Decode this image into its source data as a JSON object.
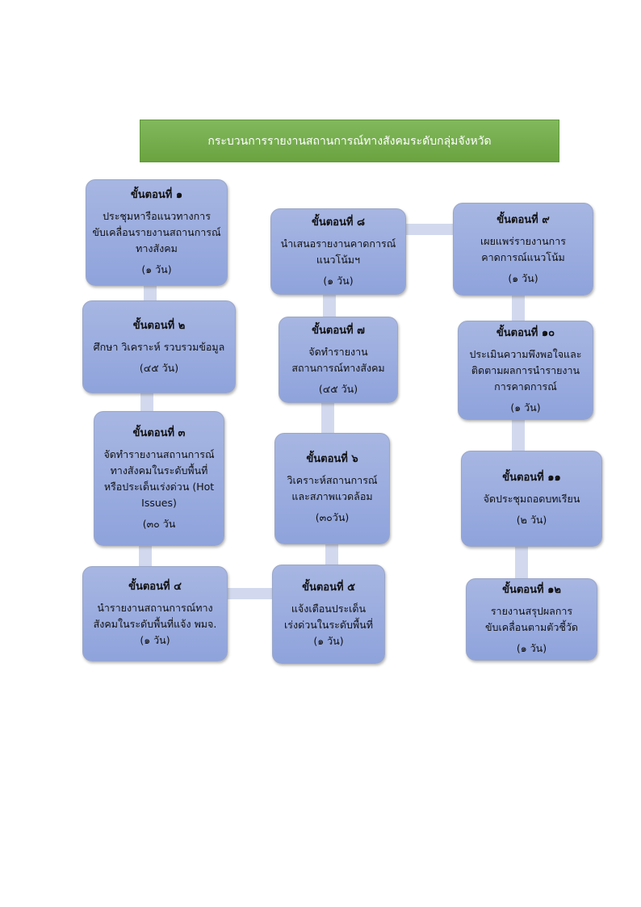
{
  "title": "กระบวนการรายงานสถานการณ์ทางสังคมระดับกลุ่มจังหวัด",
  "colors": {
    "title_bg": "#72aa48",
    "box_bg": "#9aacdf",
    "connector": "#d2d9ee"
  },
  "steps": [
    {
      "title": "ขั้นตอนที่ ๑",
      "desc": "ประชุมหารือแนวทางการ\nขับเคลื่อนรายงานสถานการณ์\nทางสังคม",
      "duration": "(๑ วัน)"
    },
    {
      "title": "ขั้นตอนที่ ๒",
      "desc": "ศึกษา วิเคราะห์ รวบรวมข้อมูล",
      "duration": "(๔๕ วัน)"
    },
    {
      "title": "ขั้นตอนที่ ๓",
      "desc": "จัดทำรายงานสถานการณ์\nทางสังคมในระดับพื้นที่\nหรือประเด็นเร่งด่วน (Hot\nIssues)",
      "duration": "(๓๐ วัน"
    },
    {
      "title": "ขั้นตอนที่ ๔",
      "desc": "นำรายงานสถานการณ์ทาง\nสังคมในระดับพื้นที่แจ้ง พมจ.",
      "duration": "(๑ วัน)"
    },
    {
      "title": "ขั้นตอนที่ ๕",
      "desc": "แจ้งเตือนประเด็น\nเร่งด่วนในระดับพื้นที่",
      "duration": "(๑ วัน)"
    },
    {
      "title": "ขั้นตอนที่ ๖",
      "desc": "วิเคราะห์สถานการณ์\nและสภาพแวดล้อม",
      "duration": "(๓๐วัน)"
    },
    {
      "title": "ขั้นตอนที่ ๗",
      "desc": "จัดทำรายงาน\nสถานการณ์ทางสังคม",
      "duration": "(๔๕ วัน)"
    },
    {
      "title": "ขั้นตอนที่ ๘",
      "desc": "นำเสนอรายงานคาดการณ์\nแนวโน้มฯ",
      "duration": "(๑ วัน)"
    },
    {
      "title": "ขั้นตอนที่ ๙",
      "desc": "เผยแพร่รายงานการ\nคาดการณ์แนวโน้ม",
      "duration": "(๑ วัน)"
    },
    {
      "title": "ขั้นตอนที่ ๑๐",
      "desc": "ประเมินความพึงพอใจและ\nติดตามผลการนำรายงาน\nการคาดการณ์",
      "duration": "(๑ วัน)"
    },
    {
      "title": "ขั้นตอนที่ ๑๑",
      "desc": "จัดประชุมถอดบทเรียน",
      "duration": "(๒ วัน)"
    },
    {
      "title": "ขั้นตอนที่ ๑๒",
      "desc": "รายงานสรุปผลการ\nขับเคลื่อนตามตัวชี้วัด",
      "duration": "(๑ วัน)"
    }
  ]
}
